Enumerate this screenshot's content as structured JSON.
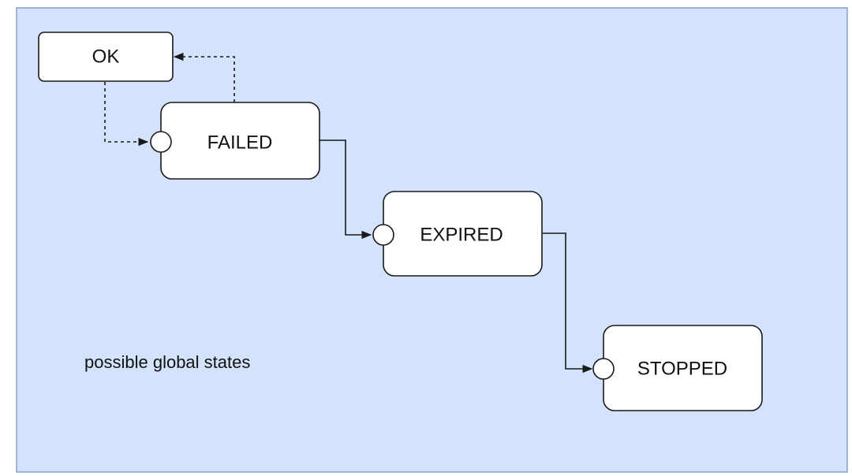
{
  "colors": {
    "canvas_background": "#d2e3fb",
    "canvas_border": "#6c8ebf",
    "node_fill": "#ffffff",
    "stroke": "#1a1a1a"
  },
  "caption": "possible global states",
  "nodes": {
    "ok": {
      "label": "OK"
    },
    "failed": {
      "label": "FAILED"
    },
    "expired": {
      "label": "EXPIRED"
    },
    "stopped": {
      "label": "STOPPED"
    }
  },
  "edges": [
    {
      "from": "OK",
      "to": "FAILED",
      "style": "dashed"
    },
    {
      "from": "FAILED",
      "to": "OK",
      "style": "dashed"
    },
    {
      "from": "FAILED",
      "to": "EXPIRED",
      "style": "solid"
    },
    {
      "from": "EXPIRED",
      "to": "STOPPED",
      "style": "solid"
    }
  ]
}
